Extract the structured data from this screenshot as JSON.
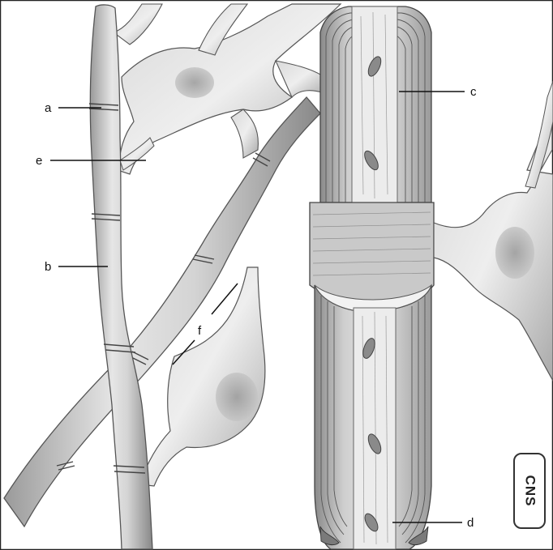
{
  "labels": {
    "a": "a",
    "b": "b",
    "c": "c",
    "d": "d",
    "e": "e",
    "f": "f"
  },
  "badge": {
    "text": "CNS"
  },
  "colors": {
    "ink": "#111111",
    "shade_dark": "#8c8c8c",
    "shade_mid": "#c8c8c8",
    "shade_light": "#e9e9e9",
    "paper": "#ffffff"
  }
}
